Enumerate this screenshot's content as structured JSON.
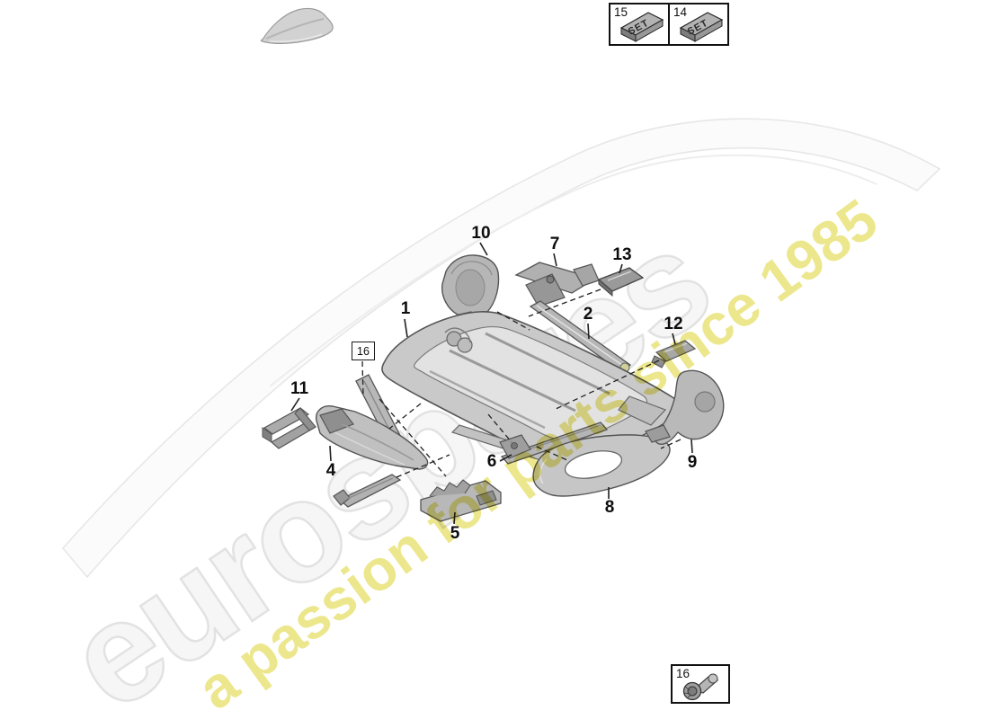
{
  "watermark": {
    "brand": "eurospares",
    "tagline": "a passion for parts since 1985",
    "brand_outline_color": "#e2e2e2",
    "tagline_color": "#e9e379"
  },
  "set_boxes": [
    {
      "number": "15",
      "block_text": "SET"
    },
    {
      "number": "14",
      "block_text": "SET"
    }
  ],
  "fastener_box": {
    "number": "16"
  },
  "callouts": {
    "c1": "1",
    "c2": "2",
    "c4": "4",
    "c5": "5",
    "c6": "6",
    "c7": "7",
    "c8": "8",
    "c9": "9",
    "c10": "10",
    "c11": "11",
    "c12": "12",
    "c13": "13",
    "c16": "16"
  },
  "colors": {
    "part_fill": "#c9c9c9",
    "part_outline": "#555555",
    "leader_line": "#1f1f1f"
  }
}
